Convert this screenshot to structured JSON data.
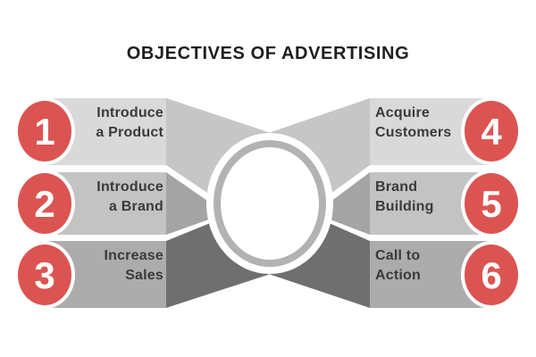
{
  "title": "OBJECTIVES OF ADVERTISING",
  "items": [
    {
      "number": "1",
      "line1": "Introduce",
      "line2": "a Product",
      "side": "left"
    },
    {
      "number": "2",
      "line1": "Introduce",
      "line2": "a Brand",
      "side": "left"
    },
    {
      "number": "3",
      "line1": "Increase",
      "line2": "Sales",
      "side": "left"
    },
    {
      "number": "4",
      "line1": "Acquire",
      "line2": "Customers",
      "side": "right"
    },
    {
      "number": "5",
      "line1": "Brand",
      "line2": "Building",
      "side": "right"
    },
    {
      "number": "6",
      "line1": "Call to",
      "line2": "Action",
      "side": "right"
    }
  ],
  "colors": {
    "background": "#ffffff",
    "title_text": "#1e1e1e",
    "label_text": "#3a3a3a",
    "badge_fill": "#db5451",
    "badge_halo": "#ffffff",
    "badge_number_text": "#ffffff",
    "center_ring": "#b2b2b2",
    "center_fill": "#ffffff",
    "rows": [
      {
        "band": "#d9d9d9",
        "funnel": "#c6c6c6"
      },
      {
        "band": "#c3c3c3",
        "funnel": "#a4a4a4"
      },
      {
        "band": "#acacac",
        "funnel": "#6f6f6f"
      }
    ]
  }
}
